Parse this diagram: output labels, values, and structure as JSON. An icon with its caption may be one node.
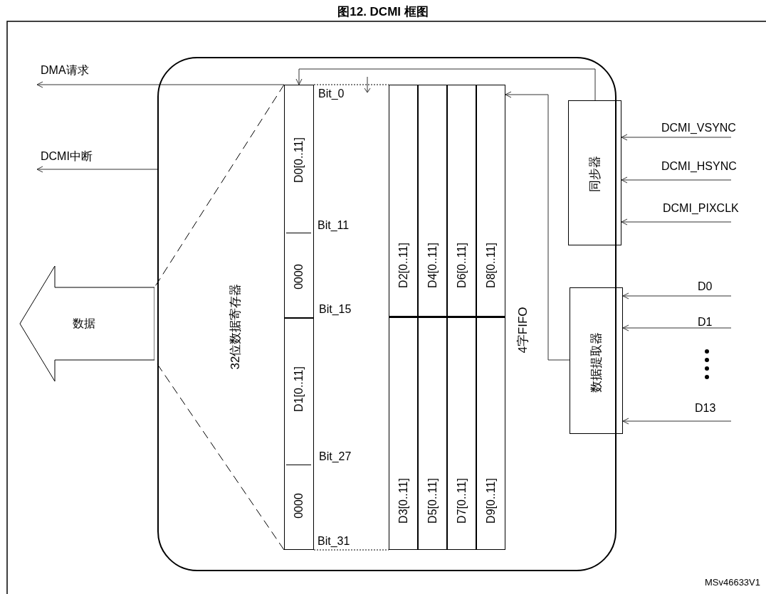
{
  "diagram": {
    "title": "图12. DCMI 框图",
    "nodes": [
      {
        "text": [],
        "shape": "box"
      },
      {
        "text": [
          "32位数据寄存器"
        ],
        "in": 0
      },
      {
        "text": [
          "D0[0..11]"
        ],
        "in": 1
      },
      {
        "text": [
          "0000"
        ],
        "in": 1
      },
      {
        "text": [
          "D1[0..11]"
        ],
        "in": 1
      },
      {
        "text": [
          "0000"
        ],
        "in": 1
      },
      {
        "text": [
          "4字FIFO"
        ],
        "in": 0
      },
      {
        "text": [
          "D2[0..11]"
        ],
        "in": 6
      },
      {
        "text": [
          "D4[0..11]"
        ],
        "in": 6
      },
      {
        "text": [
          "D6[0..11]"
        ],
        "in": 6
      },
      {
        "text": [
          "D8[0..11]"
        ],
        "in": 6
      },
      {
        "text": [
          "D3[0..11]"
        ],
        "in": 6
      },
      {
        "text": [
          "D5[0..11]"
        ],
        "in": 6
      },
      {
        "text": [
          "D7[0..11]"
        ],
        "in": 6
      },
      {
        "text": [
          "D9[0..11]"
        ],
        "in": 6
      },
      {
        "text": [
          "同步器"
        ],
        "in": 0
      },
      {
        "text": [
          "数据提取器"
        ],
        "in": 0
      },
      {
        "text": [
          "数据"
        ]
      }
    ],
    "edges": [
      {
        "from": 1,
        "to": null,
        "arrow": "to",
        "label": "DMA请求"
      },
      {
        "from": 0,
        "to": null,
        "arrow": "to",
        "label": "DCMI中断"
      },
      {
        "from": 15,
        "to": 1,
        "arrow": "to"
      },
      {
        "from": 16,
        "to": 6,
        "arrow": "to"
      },
      {
        "from": null,
        "to": 15,
        "arrow": "to",
        "label": "DCMI_VSYNC"
      },
      {
        "from": null,
        "to": 15,
        "arrow": "to",
        "label": "DCMI_HSYNC"
      },
      {
        "from": null,
        "to": 15,
        "arrow": "to",
        "label": "DCMI_PIXCLK"
      },
      {
        "from": null,
        "to": 16,
        "arrow": "to",
        "label": "D0"
      },
      {
        "from": null,
        "to": 16,
        "arrow": "to",
        "label": "D1"
      },
      {
        "from": null,
        "to": 16,
        "arrow": "to",
        "label": "D13"
      },
      {
        "from": 1,
        "to": 17,
        "arrow": "none",
        "style": "dashed"
      },
      {
        "from": 1,
        "to": 17,
        "arrow": "none",
        "style": "dashed"
      },
      {
        "from": 1,
        "to": 6,
        "arrow": "none",
        "style": "dashed"
      },
      {
        "from": 1,
        "to": 6,
        "arrow": "none",
        "style": "dashed"
      }
    ],
    "labels": [
      "Bit_0",
      "Bit_11",
      "Bit_15",
      "Bit_27",
      "Bit_31",
      "MSv46633V1"
    ]
  }
}
